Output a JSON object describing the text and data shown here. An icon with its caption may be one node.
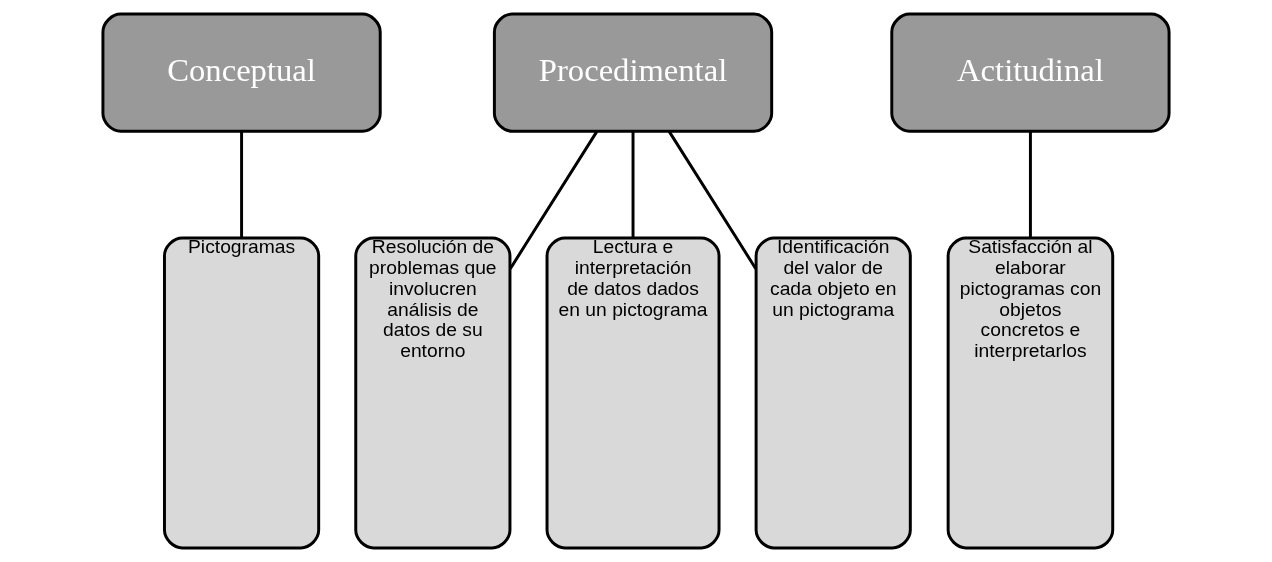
{
  "diagram": {
    "nodes": [
      {
        "text": [
          "Conceptual"
        ]
      },
      {
        "text": [
          "Procedimental"
        ]
      },
      {
        "text": [
          "Actitudinal"
        ]
      },
      {
        "text": [
          "Pictogramas"
        ]
      },
      {
        "text": [
          "Resolución de problemas que involucren análisis de datos de su entorno"
        ]
      },
      {
        "text": [
          "Lectura e interpretación de datos dados en un pictograma"
        ]
      },
      {
        "text": [
          "Identificación del valor de cada objeto en un pictograma"
        ]
      },
      {
        "text": [
          "Satisfacción al elaborar pictogramas con objetos concretos e interpretarlos"
        ]
      }
    ],
    "edges": [
      {
        "from": 0,
        "to": 3,
        "arrow": "none"
      },
      {
        "from": 1,
        "to": 4,
        "arrow": "none"
      },
      {
        "from": 1,
        "to": 5,
        "arrow": "none"
      },
      {
        "from": 1,
        "to": 6,
        "arrow": "none"
      },
      {
        "from": 2,
        "to": 7,
        "arrow": "none"
      }
    ]
  }
}
